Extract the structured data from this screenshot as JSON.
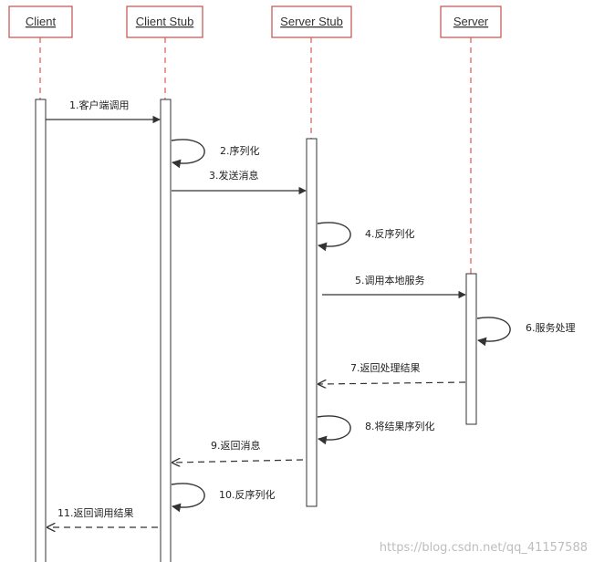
{
  "actors": [
    {
      "name": "Client"
    },
    {
      "name": "Client Stub"
    },
    {
      "name": "Server Stub"
    },
    {
      "name": "Server"
    }
  ],
  "messages": [
    {
      "label": "1.客户端调用",
      "from": 0,
      "to": 1,
      "kind": "call"
    },
    {
      "label": "2.序列化",
      "from": 1,
      "to": 1,
      "kind": "self"
    },
    {
      "label": "3.发送消息",
      "from": 1,
      "to": 2,
      "kind": "call"
    },
    {
      "label": "4.反序列化",
      "from": 2,
      "to": 2,
      "kind": "self"
    },
    {
      "label": "5.调用本地服务",
      "from": 2,
      "to": 3,
      "kind": "call"
    },
    {
      "label": "6.服务处理",
      "from": 3,
      "to": 3,
      "kind": "self"
    },
    {
      "label": "7.返回处理结果",
      "from": 3,
      "to": 2,
      "kind": "return"
    },
    {
      "label": "8.将结果序列化",
      "from": 2,
      "to": 2,
      "kind": "self"
    },
    {
      "label": "9.返回消息",
      "from": 2,
      "to": 1,
      "kind": "return"
    },
    {
      "label": "10.反序列化",
      "from": 1,
      "to": 1,
      "kind": "self"
    },
    {
      "label": "11.返回调用结果",
      "from": 1,
      "to": 0,
      "kind": "return"
    }
  ],
  "watermark": "https://blog.csdn.net/qq_41157588",
  "colors": {
    "actor_border": "#c0504d",
    "lifeline": "#e05555",
    "line": "#333333"
  }
}
